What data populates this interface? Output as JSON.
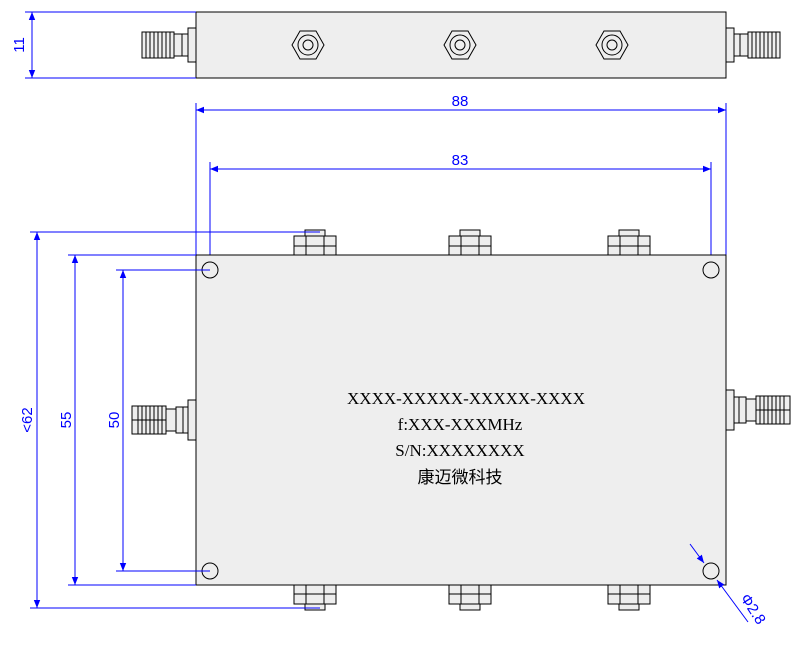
{
  "dimensions": {
    "side_height": "11",
    "overall_width": "88",
    "hole_spacing_x": "83",
    "overall_height": "<62",
    "body_height": "55",
    "hole_spacing_y": "50",
    "hole_diameter": "Φ2.8"
  },
  "label": {
    "model": "XXXX-XXXXX-XXXXX-XXXX",
    "frequency": "f:XXX-XXXMHz",
    "serial": "S/N:XXXXXXXX",
    "company": "康迈微科技"
  },
  "colors": {
    "dimension": "#0000ff",
    "outline": "#000000",
    "body_fill": "#eeeeee"
  }
}
